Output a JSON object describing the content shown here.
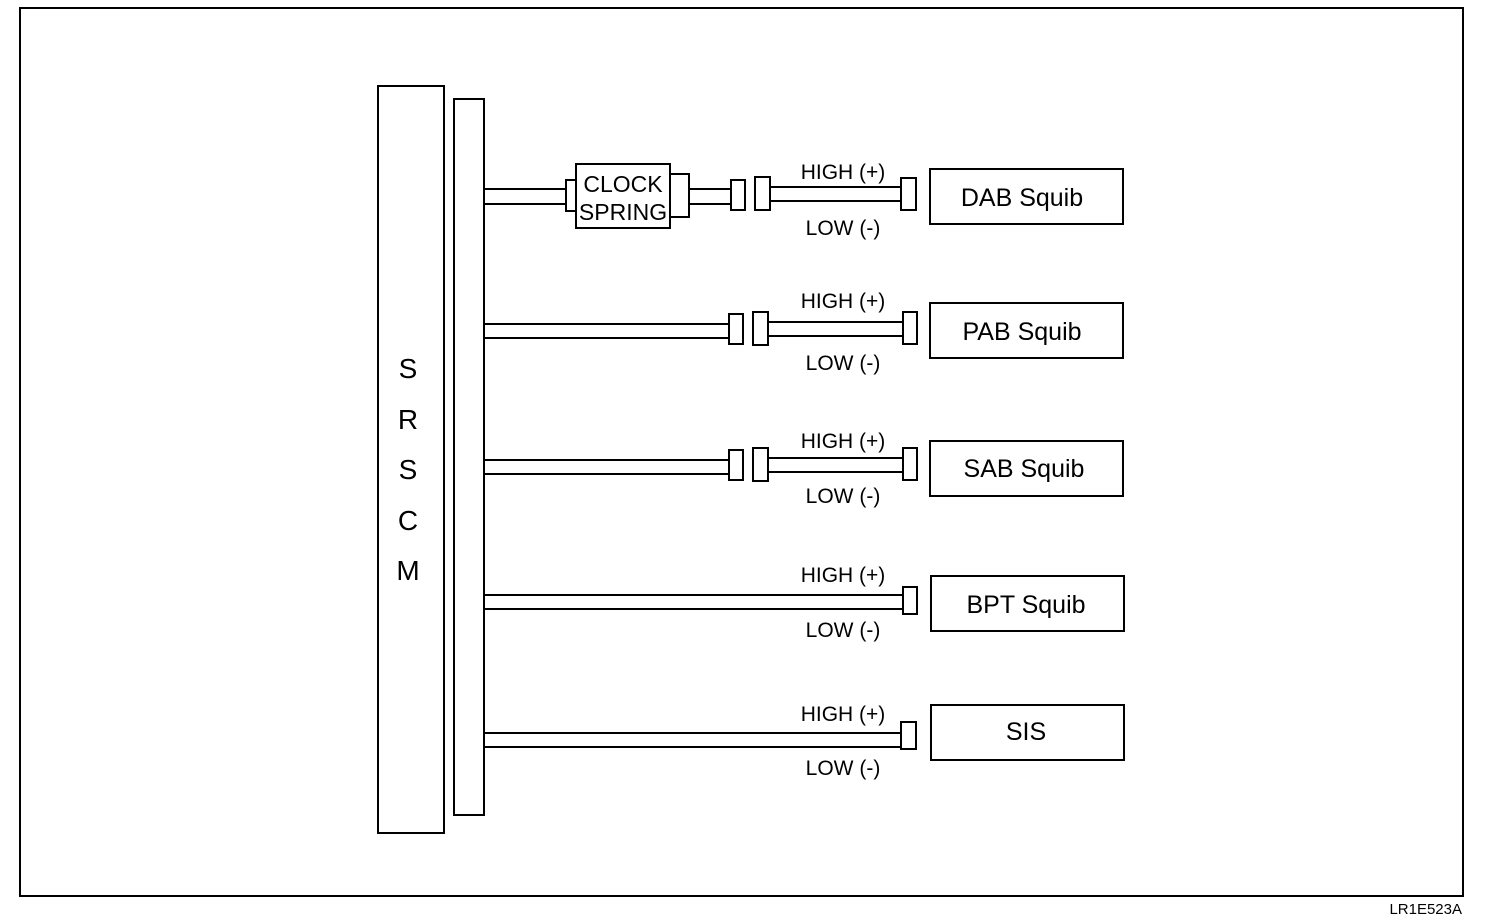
{
  "module": {
    "letters": [
      "S",
      "R",
      "S",
      "C",
      "M"
    ]
  },
  "clock_spring": {
    "line1": "CLOCK",
    "line2": "SPRING"
  },
  "circuits": [
    {
      "name": "DAB Squib",
      "high": "HIGH (+)",
      "low": "LOW (-)"
    },
    {
      "name": "PAB Squib",
      "high": "HIGH (+)",
      "low": "LOW (-)"
    },
    {
      "name": "SAB Squib",
      "high": "HIGH (+)",
      "low": "LOW (-)"
    },
    {
      "name": "BPT Squib",
      "high": "HIGH (+)",
      "low": "LOW (-)"
    },
    {
      "name": "SIS",
      "high": "HIGH (+)",
      "low": "LOW (-)"
    }
  ],
  "figure_code": "LR1E523A"
}
